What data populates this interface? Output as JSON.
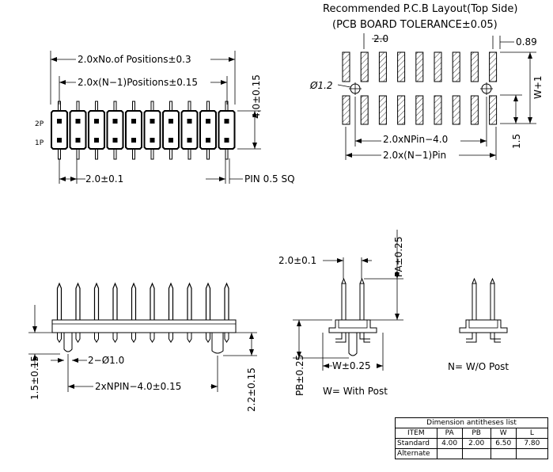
{
  "pcb": {
    "title": "Recommended P.C.B Layout(Top Side)",
    "tolerance": "(PCB BOARD TOLERANCE±0.05)",
    "pitch": "2.0",
    "pad_width": "0.89",
    "hole": "Ø1.2",
    "row_span": "W+1",
    "pad_len": "1.5",
    "span_n": "2.0xNPin−4.0",
    "span_n1": "2.0x(N−1)Pin"
  },
  "top": {
    "overall": "2.0xNo.of Positions±0.3",
    "inner": "2.0x(N−1)Positions±0.15",
    "height": "4.0±0.15",
    "row2": "2P",
    "row1": "1P",
    "pitch": "2.0±0.1",
    "pin": "PIN 0.5 SQ"
  },
  "side": {
    "hole": "2−Ø1.0",
    "post_len": "1.5±0.15",
    "span": "2xNPIN−4.0±0.15",
    "post2": "2.2±0.15"
  },
  "end_with": {
    "pitch": "2.0±0.1",
    "pa": "PA±0.25",
    "pb": "PB±0.25",
    "w": "W±0.25",
    "caption": "W= With Post"
  },
  "end_without": {
    "caption": "N= W/O Post"
  },
  "table": {
    "title": "Dimension antitheses list",
    "headers": [
      "ITEM",
      "PA",
      "PB",
      "W",
      "L"
    ],
    "standard": [
      "Standard",
      "4.00",
      "2.00",
      "6.50",
      "7.80"
    ],
    "alternate": [
      "Alternate",
      "",
      "",
      "",
      ""
    ]
  }
}
